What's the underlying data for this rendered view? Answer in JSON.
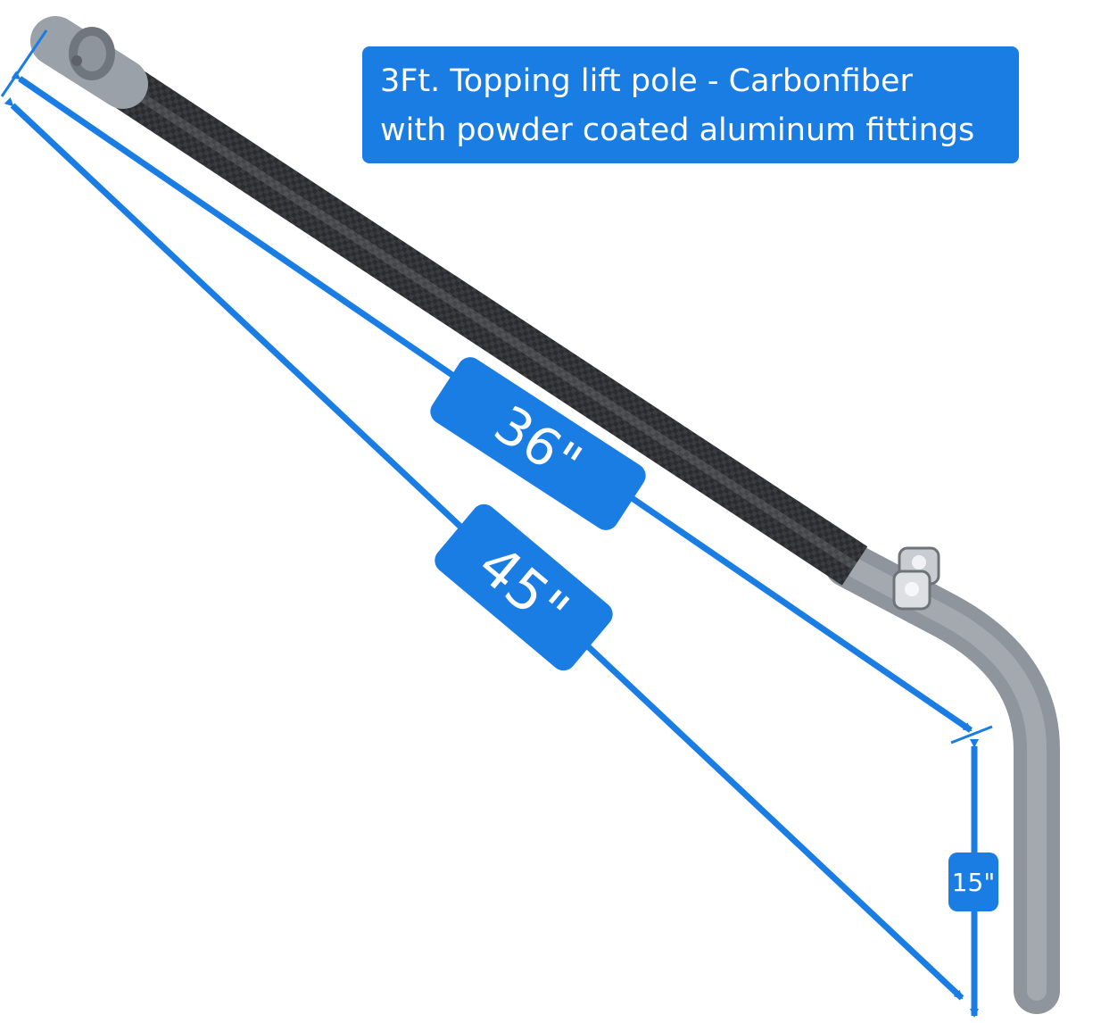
{
  "title": {
    "line1": "3Ft. Topping lift pole - Carbonfiber",
    "line2": "with powder coated aluminum fittings"
  },
  "dimensions": {
    "tube_length": "36\"",
    "overall_length": "45\"",
    "drop_height": "15\""
  },
  "colors": {
    "accent": "#1a7de4",
    "carbon": "#2a2b2f",
    "fitting": "#9aa1a8"
  }
}
